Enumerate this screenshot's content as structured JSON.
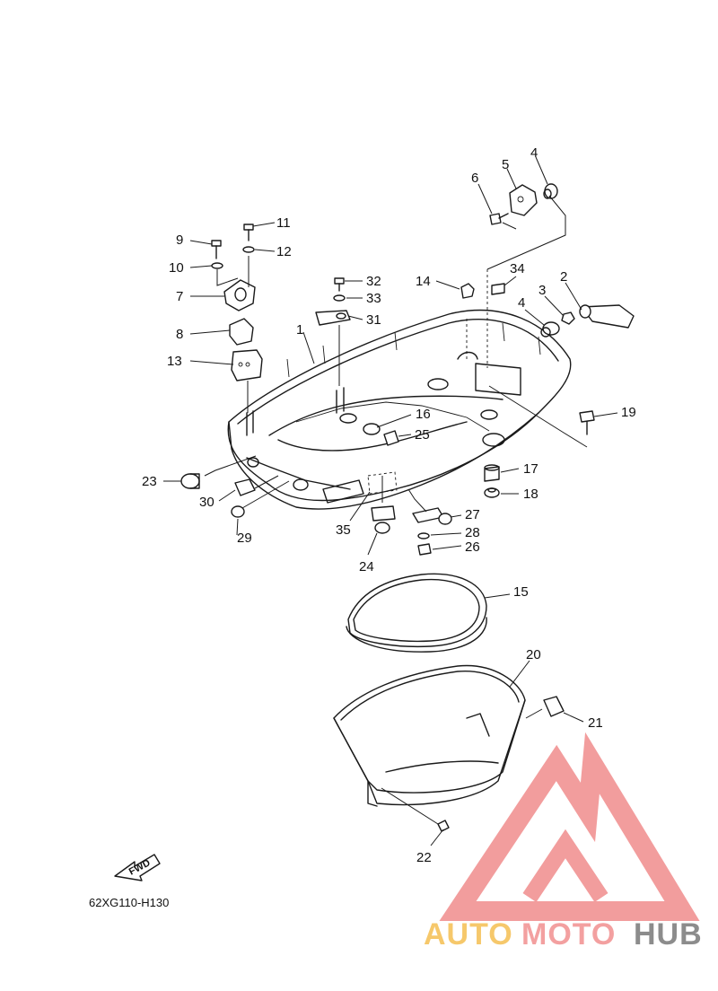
{
  "diagram_code": "62XG110-H130",
  "fwd_label": "FWD",
  "watermark": {
    "parts": [
      "AUTO",
      "MOTO",
      "HUB"
    ],
    "colors": [
      "#f6c86b",
      "#f3a0a0",
      "#8c8c8c"
    ],
    "logo_color": "#f08c8c"
  },
  "callouts": [
    "1",
    "2",
    "3",
    "4",
    "4",
    "5",
    "6",
    "7",
    "8",
    "9",
    "10",
    "11",
    "12",
    "13",
    "14",
    "15",
    "16",
    "17",
    "18",
    "19",
    "20",
    "21",
    "22",
    "23",
    "24",
    "25",
    "26",
    "27",
    "28",
    "29",
    "30",
    "31",
    "32",
    "33",
    "34",
    "35"
  ]
}
